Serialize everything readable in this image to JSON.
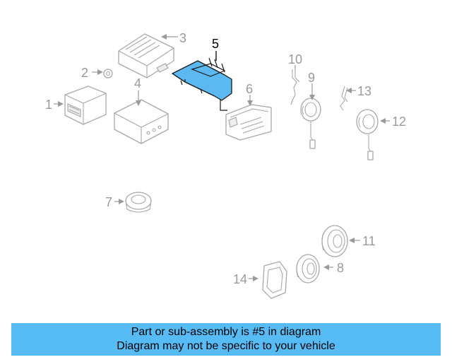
{
  "callouts": {
    "c1": "1",
    "c2": "2",
    "c3": "3",
    "c4": "4",
    "c5": "5",
    "c6": "6",
    "c7": "7",
    "c8": "8",
    "c9": "9",
    "c10": "10",
    "c11": "11",
    "c12": "12",
    "c13": "13",
    "c14": "14"
  },
  "highlighted_part": "5",
  "colors": {
    "highlight_fill": "#5bb8f0",
    "banner": "#57bcf5",
    "label_gray": "#9a9a9a"
  },
  "banner": {
    "line1": "Part or sub-assembly is #5 in diagram",
    "line2": "Diagram may not be specific to your vehicle"
  }
}
